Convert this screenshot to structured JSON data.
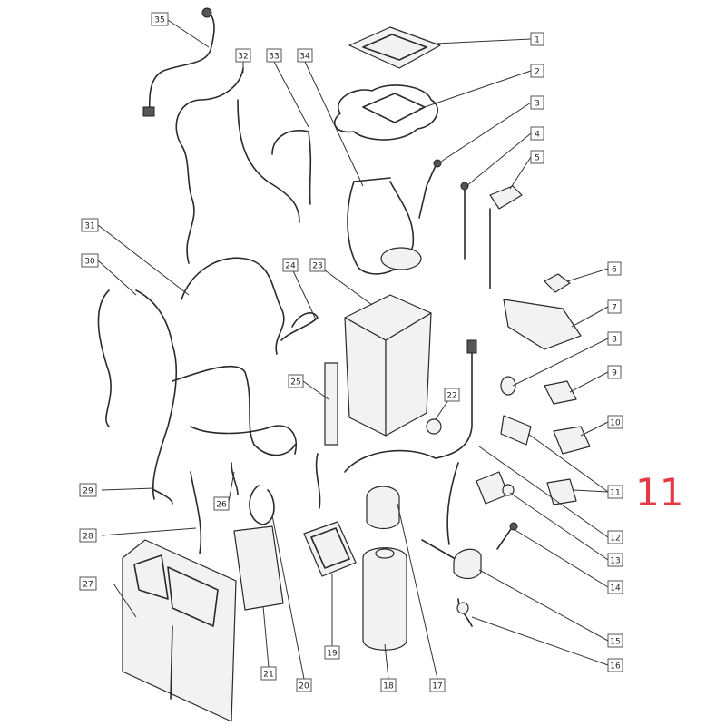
{
  "diagram": {
    "parts": [
      {
        "id": "1",
        "label": "1"
      },
      {
        "id": "2",
        "label": "2"
      },
      {
        "id": "3",
        "label": "3"
      },
      {
        "id": "4",
        "label": "4"
      },
      {
        "id": "5",
        "label": "5"
      },
      {
        "id": "6",
        "label": "6"
      },
      {
        "id": "7",
        "label": "7"
      },
      {
        "id": "8",
        "label": "8"
      },
      {
        "id": "9",
        "label": "9"
      },
      {
        "id": "10",
        "label": "10"
      },
      {
        "id": "11",
        "label": "11"
      },
      {
        "id": "12",
        "label": "12"
      },
      {
        "id": "13",
        "label": "13"
      },
      {
        "id": "14",
        "label": "14"
      },
      {
        "id": "15",
        "label": "15"
      },
      {
        "id": "16",
        "label": "16"
      },
      {
        "id": "17",
        "label": "17"
      },
      {
        "id": "18",
        "label": "18"
      },
      {
        "id": "19",
        "label": "19"
      },
      {
        "id": "20",
        "label": "20"
      },
      {
        "id": "21",
        "label": "21"
      },
      {
        "id": "22",
        "label": "22"
      },
      {
        "id": "23",
        "label": "23"
      },
      {
        "id": "24",
        "label": "24"
      },
      {
        "id": "25",
        "label": "25"
      },
      {
        "id": "26",
        "label": "26"
      },
      {
        "id": "27",
        "label": "27"
      },
      {
        "id": "28",
        "label": "28"
      },
      {
        "id": "29",
        "label": "29"
      },
      {
        "id": "30",
        "label": "30"
      },
      {
        "id": "31",
        "label": "31"
      },
      {
        "id": "32",
        "label": "32"
      },
      {
        "id": "33",
        "label": "33"
      },
      {
        "id": "34",
        "label": "34"
      },
      {
        "id": "35",
        "label": "35"
      }
    ],
    "highlight": {
      "text": "11",
      "color": "#e53945"
    }
  }
}
